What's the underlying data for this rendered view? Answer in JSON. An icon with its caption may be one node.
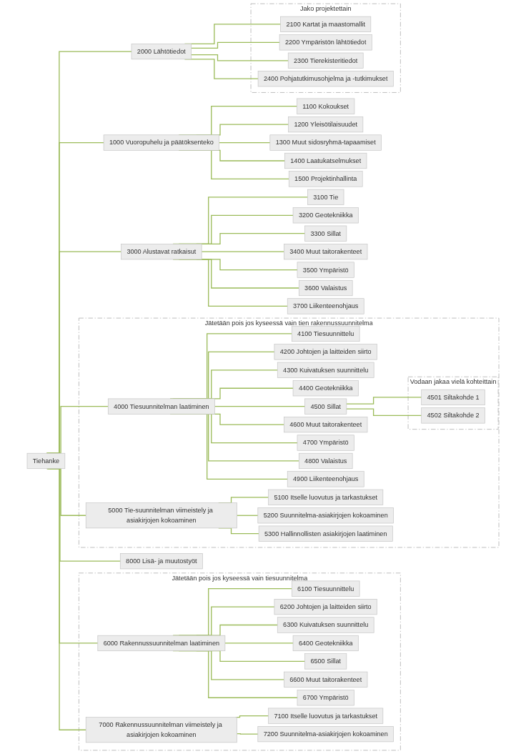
{
  "diagram": {
    "nodes": [
      {
        "text": [
          "Tiehanke"
        ]
      },
      {
        "text": [
          "1000 Vuoropuhelu ja päätöksenteko"
        ]
      },
      {
        "text": [
          "1100 Kokoukset"
        ]
      },
      {
        "text": [
          "1200 Yleisötilaisuudet"
        ]
      },
      {
        "text": [
          "1300 Muut sidosryhmä-tapaamiset"
        ]
      },
      {
        "text": [
          "1400 Laatukatselmukset"
        ]
      },
      {
        "text": [
          "1500 Projektinhallinta"
        ]
      },
      {
        "text": [
          "2000 Lähtötiedot"
        ]
      },
      {
        "text": [
          "Jako projektettain"
        ]
      },
      {
        "text": [
          "2100 Kartat ja maastomallit"
        ],
        "in": 8
      },
      {
        "text": [
          "2200 Ympäristön lähtötiedot"
        ],
        "in": 8
      },
      {
        "text": [
          "2300 Tierekisteritiedot"
        ],
        "in": 8
      },
      {
        "text": [
          "2400 Pohjatutkimusohjelma ja -tutkimukset"
        ],
        "in": 8
      },
      {
        "text": [
          "3000 Alustavat ratkaisut"
        ]
      },
      {
        "text": [
          "3100 Tie"
        ]
      },
      {
        "text": [
          "3200 Geotekniikka"
        ]
      },
      {
        "text": [
          "3300 Sillat"
        ]
      },
      {
        "text": [
          "3400 Muut taitorakenteet"
        ]
      },
      {
        "text": [
          "3500 Ympäristö"
        ]
      },
      {
        "text": [
          "3600 Valaistus"
        ]
      },
      {
        "text": [
          "3700 Liikenteenohjaus"
        ]
      },
      {
        "text": [
          "Jätetään pois jos kyseessä vain tien rakennussuunnitelma"
        ]
      },
      {
        "text": [
          "4000 Tiesuunnitelman laatiminen"
        ],
        "in": 21
      },
      {
        "text": [
          "4100 Tiesuunnittelu"
        ],
        "in": 21
      },
      {
        "text": [
          "4200 Johtojen ja laitteiden siirto"
        ],
        "in": 21
      },
      {
        "text": [
          "4300 Kuivatuksen suunnittelu"
        ],
        "in": 21
      },
      {
        "text": [
          "4400 Geotekniikka"
        ],
        "in": 21
      },
      {
        "text": [
          "4500 Sillat"
        ],
        "in": 21
      },
      {
        "text": [
          "Vodaan jakaa vielä kohteittain"
        ],
        "in": 21
      },
      {
        "text": [
          "4501 Siltakohde 1"
        ],
        "in": 28
      },
      {
        "text": [
          "4502 Siltakohde 2"
        ],
        "in": 28
      },
      {
        "text": [
          "4600 Muut taitorakenteet"
        ],
        "in": 21
      },
      {
        "text": [
          "4700 Ympäristö"
        ],
        "in": 21
      },
      {
        "text": [
          "4800 Valaistus"
        ],
        "in": 21
      },
      {
        "text": [
          "4900 Liikenteenohjaus"
        ],
        "in": 21
      },
      {
        "text": [
          "5000 Tie-suunnitelman viimeistely ja asiakirjojen kokoaminen"
        ],
        "in": 21
      },
      {
        "text": [
          "5100 Itselle luovutus ja tarkastukset"
        ],
        "in": 21
      },
      {
        "text": [
          "5200 Suunnitelma-asiakirjojen kokoaminen"
        ],
        "in": 21
      },
      {
        "text": [
          "5300 Hallinnollisten asiakirjojen laatiminen"
        ],
        "in": 21
      },
      {
        "text": [
          "Jätetään pois jos kyseessä vain tiesuunnitelma"
        ]
      },
      {
        "text": [
          "6000 Rakennussuunnitelman laatiminen"
        ],
        "in": 39
      },
      {
        "text": [
          "6100 Tiesuunnittelu"
        ],
        "in": 39
      },
      {
        "text": [
          "6200 Johtojen ja laitteiden siirto"
        ],
        "in": 39
      },
      {
        "text": [
          "6300 Kuivatuksen suunnittelu"
        ],
        "in": 39
      },
      {
        "text": [
          "6400 Geotekniikka"
        ],
        "in": 39
      },
      {
        "text": [
          "6500 Sillat"
        ],
        "in": 39
      },
      {
        "text": [
          "6600 Muut taitorakenteet"
        ],
        "in": 39
      },
      {
        "text": [
          "6700 Ympäristö"
        ],
        "in": 39
      },
      {
        "text": [
          "7000 Rakennussuunnitelman viimeistely ja asiakirjojen kokoaminen"
        ],
        "in": 39
      },
      {
        "text": [
          "7100 Itselle luovutus ja tarkastukset"
        ],
        "in": 39
      },
      {
        "text": [
          "7200 Suunnitelma-asiakirjojen kokoaminen"
        ],
        "in": 39
      },
      {
        "text": [
          "8000 Lisä- ja muutostyöt"
        ]
      }
    ],
    "edges": [
      {
        "from": 0,
        "to": 1,
        "arrow": "none"
      },
      {
        "from": 1,
        "to": 2,
        "arrow": "none"
      },
      {
        "from": 1,
        "to": 3,
        "arrow": "none"
      },
      {
        "from": 1,
        "to": 4,
        "arrow": "none"
      },
      {
        "from": 1,
        "to": 5,
        "arrow": "none"
      },
      {
        "from": 1,
        "to": 6,
        "arrow": "none"
      },
      {
        "from": 0,
        "to": 7,
        "arrow": "none"
      },
      {
        "from": 7,
        "to": 9,
        "arrow": "none"
      },
      {
        "from": 7,
        "to": 10,
        "arrow": "none"
      },
      {
        "from": 7,
        "to": 11,
        "arrow": "none"
      },
      {
        "from": 7,
        "to": 12,
        "arrow": "none"
      },
      {
        "from": 0,
        "to": 13,
        "arrow": "none"
      },
      {
        "from": 13,
        "to": 14,
        "arrow": "none"
      },
      {
        "from": 13,
        "to": 15,
        "arrow": "none"
      },
      {
        "from": 13,
        "to": 16,
        "arrow": "none"
      },
      {
        "from": 13,
        "to": 17,
        "arrow": "none"
      },
      {
        "from": 13,
        "to": 18,
        "arrow": "none"
      },
      {
        "from": 13,
        "to": 19,
        "arrow": "none"
      },
      {
        "from": 13,
        "to": 20,
        "arrow": "none"
      },
      {
        "from": 0,
        "to": 22,
        "arrow": "none"
      },
      {
        "from": 22,
        "to": 23,
        "arrow": "none"
      },
      {
        "from": 22,
        "to": 24,
        "arrow": "none"
      },
      {
        "from": 22,
        "to": 25,
        "arrow": "none"
      },
      {
        "from": 22,
        "to": 26,
        "arrow": "none"
      },
      {
        "from": 22,
        "to": 27,
        "arrow": "none"
      },
      {
        "from": 27,
        "to": 29,
        "arrow": "none"
      },
      {
        "from": 27,
        "to": 30,
        "arrow": "none"
      },
      {
        "from": 22,
        "to": 31,
        "arrow": "none"
      },
      {
        "from": 22,
        "to": 32,
        "arrow": "none"
      },
      {
        "from": 22,
        "to": 33,
        "arrow": "none"
      },
      {
        "from": 22,
        "to": 34,
        "arrow": "none"
      },
      {
        "from": 0,
        "to": 35,
        "arrow": "none"
      },
      {
        "from": 35,
        "to": 36,
        "arrow": "none"
      },
      {
        "from": 35,
        "to": 37,
        "arrow": "none"
      },
      {
        "from": 35,
        "to": 38,
        "arrow": "none"
      },
      {
        "from": 0,
        "to": 40,
        "arrow": "none"
      },
      {
        "from": 40,
        "to": 41,
        "arrow": "none"
      },
      {
        "from": 40,
        "to": 42,
        "arrow": "none"
      },
      {
        "from": 40,
        "to": 43,
        "arrow": "none"
      },
      {
        "from": 40,
        "to": 44,
        "arrow": "none"
      },
      {
        "from": 40,
        "to": 45,
        "arrow": "none"
      },
      {
        "from": 40,
        "to": 46,
        "arrow": "none"
      },
      {
        "from": 40,
        "to": 47,
        "arrow": "none"
      },
      {
        "from": 0,
        "to": 48,
        "arrow": "none"
      },
      {
        "from": 48,
        "to": 49,
        "arrow": "none"
      },
      {
        "from": 48,
        "to": 50,
        "arrow": "none"
      },
      {
        "from": 0,
        "to": 51,
        "arrow": "none"
      }
    ]
  }
}
